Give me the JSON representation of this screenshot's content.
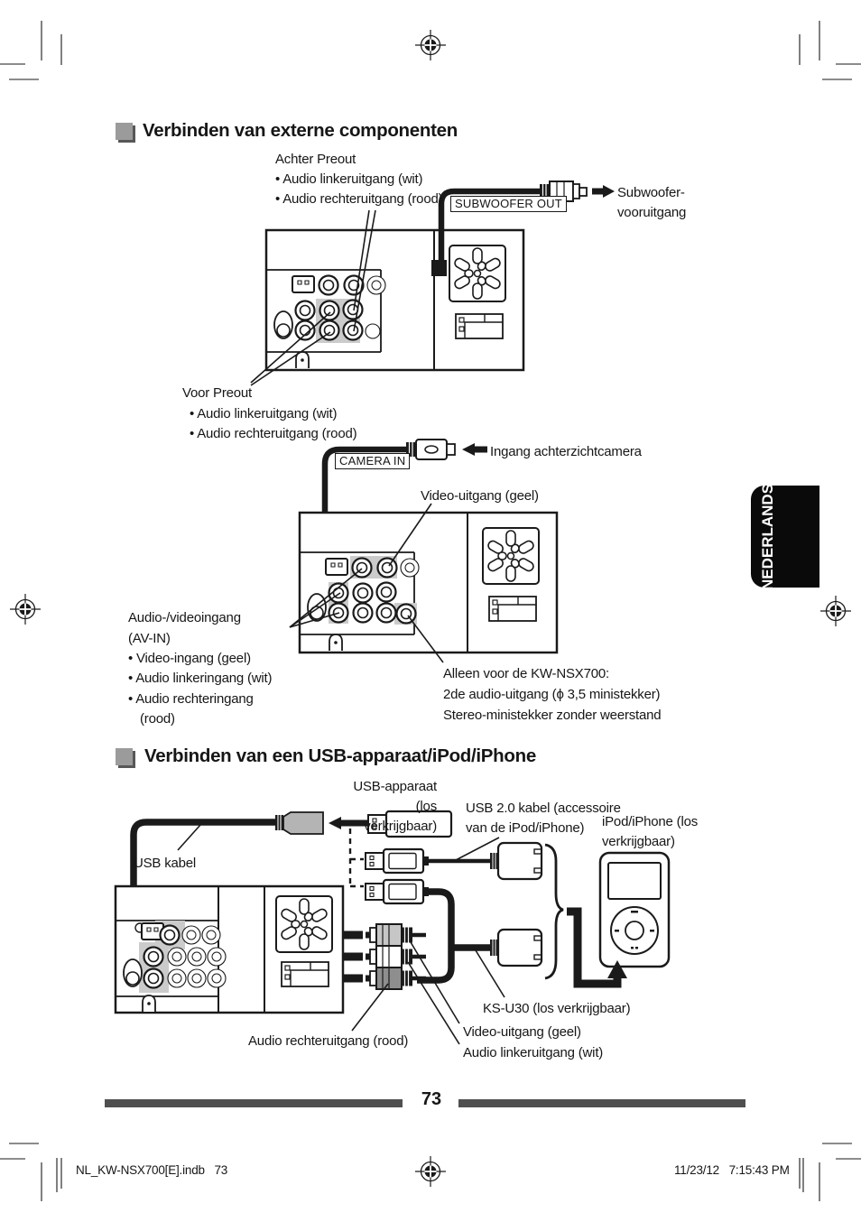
{
  "page": {
    "language_tab": "NEDERLANDS",
    "page_number": "73",
    "footer": {
      "file_info": "NL_KW-NSX700[E].indb   73",
      "datetime": "11/23/12   7:15:43 PM"
    },
    "colors": {
      "ink": "#1a1a1a",
      "highlight": "#cbcbcb",
      "bar": "#4f4f4f",
      "tab": "#0a0a0a"
    }
  },
  "section1": {
    "title": "Verbinden van externe componenten",
    "achter_preout": {
      "heading": "Achter Preout",
      "item1": "•  Audio linkeruitgang (wit)",
      "item2": "•  Audio rechteruitgang (rood)"
    },
    "subwoofer_out_tag": "SUBWOOFER OUT",
    "subwoofer_output_label": "Subwoofer-\nvooruitgang",
    "voor_preout": {
      "heading": "Voor Preout",
      "item1": "•  Audio linkeruitgang (wit)",
      "item2": "•  Audio rechteruitgang (rood)"
    },
    "camera_in_tag": "CAMERA IN",
    "camera_input_label": "Ingang achterzichtcamera",
    "video_output_label": "Video-uitgang (geel)",
    "av_in": {
      "heading": "Audio-/videoingang\n(AV-IN)",
      "item1": "•  Video-ingang (geel)",
      "item2": "•  Audio linkeringang (wit)",
      "item3": "•  Audio rechteringang (rood)"
    },
    "kw_nsx700_note": "Alleen voor de KW-NSX700:\n2de audio-uitgang (ϕ 3,5 ministekker)\nStereo-ministekker zonder weerstand"
  },
  "section2": {
    "title": "Verbinden van een USB-apparaat/iPod/iPhone",
    "usb_device_label": "USB-apparaat (los\nverkrijgbaar)",
    "usb_cable_accessory_label": "USB 2.0 kabel (accessoire\nvan de iPod/iPhone)",
    "ipod_label": "iPod/iPhone (los\nverkrijgbaar)",
    "usb_cable_label": "USB kabel",
    "ks_u30_label": "KS-U30 (los verkrijgbaar)",
    "video_output_label": "Video-uitgang (geel)",
    "audio_left_output_label": "Audio linkeruitgang (wit)",
    "audio_right_output_label": "Audio rechteruitgang (rood)"
  }
}
